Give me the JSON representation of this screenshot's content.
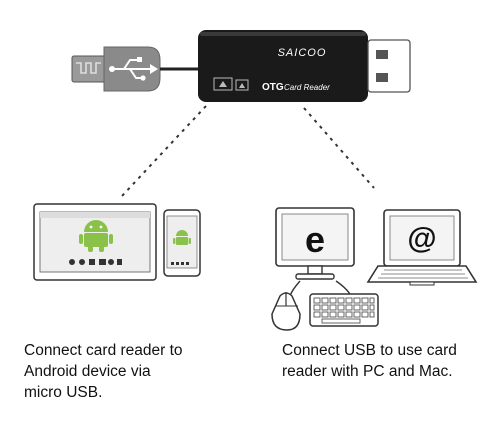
{
  "device": {
    "brand": "SAICOO",
    "badge": "OTG",
    "product": "Card Reader"
  },
  "captions": {
    "left": [
      "Connect card reader to",
      "Android device via",
      "micro USB."
    ],
    "right": [
      "Connect USB to use card",
      "reader with PC and Mac."
    ]
  },
  "icons": {
    "browser_letter": "e",
    "laptop_symbol": "@"
  },
  "colors": {
    "ink": "#111111",
    "device_body": "#1a1a1a",
    "plug_gray": "#8a8a8a",
    "android_green": "#8ac249",
    "outline": "#333333"
  }
}
